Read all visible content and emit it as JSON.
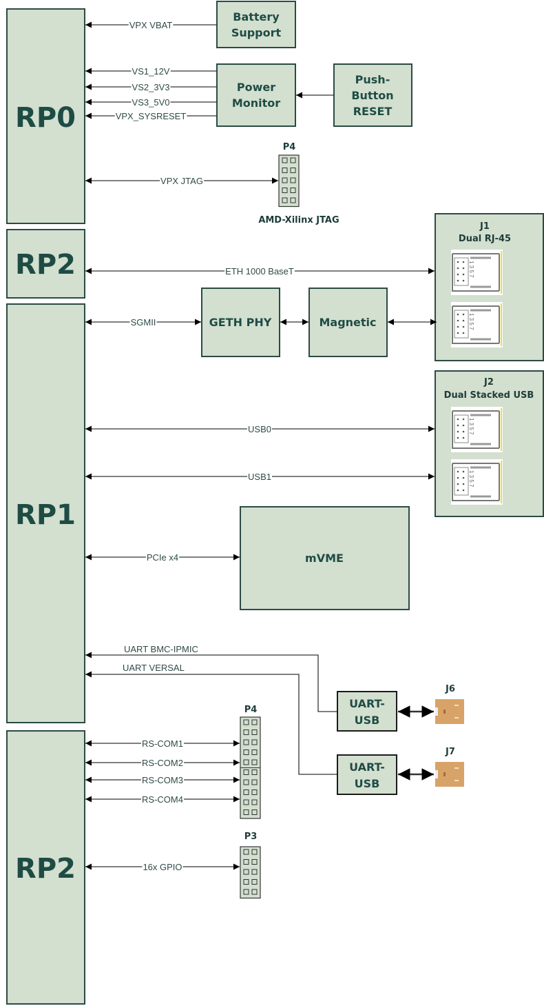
{
  "colors": {
    "block_fill": "#d3dfcf",
    "block_border": "#2b4a44",
    "text": "#1e4c45",
    "usb_connector": "#d8a368"
  },
  "blocks": {
    "rp0": "RP0",
    "rp2_top": "RP2",
    "rp1": "RP1",
    "rp2_bottom": "RP2",
    "battery": [
      "Battery",
      "Support"
    ],
    "power_monitor": [
      "Power",
      "Monitor"
    ],
    "push_button": [
      "Push-",
      "Button",
      "RESET"
    ],
    "geth_phy": "GETH PHY",
    "magnetic": "Magnetic",
    "mvme": "mVME",
    "uart_usb_1": [
      "UART-",
      "USB"
    ],
    "uart_usb_2": [
      "UART-",
      "USB"
    ]
  },
  "connectors": {
    "p4_jtag": {
      "ref": "P4",
      "caption": "AMD-Xilinx JTAG"
    },
    "j1": {
      "ref": "J1",
      "caption": "Dual RJ-45"
    },
    "j2": {
      "ref": "J2",
      "caption": "Dual Stacked USB"
    },
    "j6": {
      "ref": "J6"
    },
    "j7": {
      "ref": "J7"
    },
    "p4_com": {
      "ref": "P4"
    },
    "p3": {
      "ref": "P3"
    },
    "port_pin_labels": "1 3 5 7"
  },
  "signals": {
    "vbat": "VPX VBAT",
    "vs1": "VS1_12V",
    "vs2": "VS2_3V3",
    "vs3": "VS3_5V0",
    "sysreset": "VPX_SYSRESET",
    "jtag": "VPX JTAG",
    "eth": "ETH 1000 BaseT",
    "sgmii": "SGMII",
    "usb0": "USB0",
    "usb1": "USB1",
    "pcie": "PCIe x4",
    "uart_bmc": "UART BMC-IPMIC",
    "uart_versal": "UART VERSAL",
    "com1": "RS-COM1",
    "com2": "RS-COM2",
    "com3": "RS-COM3",
    "com4": "RS-COM4",
    "gpio": "16x GPIO"
  }
}
